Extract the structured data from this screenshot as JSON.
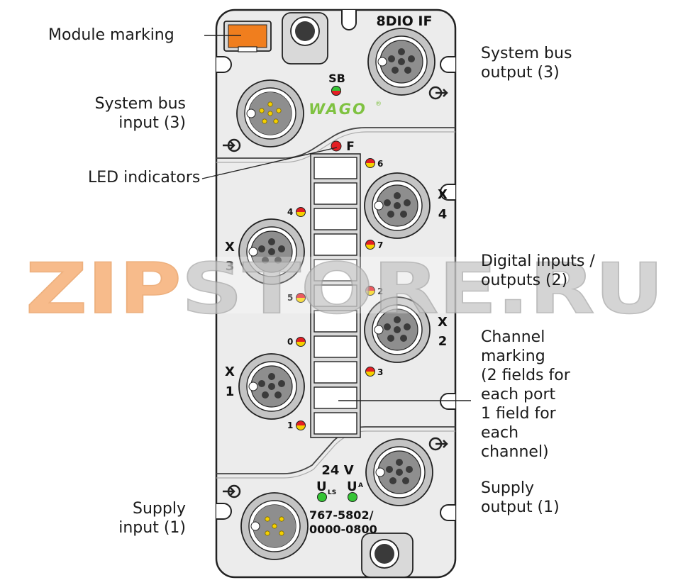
{
  "module": {
    "name": "8DIO IF",
    "sb_label": "SB",
    "logo_text": "WAGO",
    "fault_label": "F",
    "voltage": "24 V",
    "u_ls_main": "U",
    "u_ls_sub": "LS",
    "u_a_main": "U",
    "u_a_sub": "A",
    "article_line1": "767-5802/",
    "article_line2": "0000-0800",
    "ports": {
      "x4": [
        "X",
        "4"
      ],
      "x3": [
        "X",
        "3"
      ],
      "x2": [
        "X",
        "2"
      ],
      "x1": [
        "X",
        "1"
      ]
    },
    "channel_led_labels": {
      "c6": "6",
      "c4": "4",
      "c7": "7",
      "c5": "5",
      "c2": "2",
      "c0": "0",
      "c3": "3",
      "c1": "1"
    }
  },
  "callouts": {
    "module_marking": [
      "Module marking"
    ],
    "system_bus_output": [
      "System bus",
      "output (3)"
    ],
    "system_bus_input": [
      "System bus",
      "input (3)"
    ],
    "led_indicators": [
      "LED indicators"
    ],
    "digital_io": [
      "Digital inputs /",
      "outputs (2)"
    ],
    "channel_marking": [
      "Channel",
      "marking",
      "(2 fields for",
      "each port",
      "1 field for",
      "each",
      "channel)"
    ],
    "supply_input": [
      "Supply",
      "input (1)"
    ],
    "supply_output": [
      "Supply",
      "output (1)"
    ]
  },
  "watermark": "ZIPSTORE.RU",
  "colors": {
    "housing": "#ececec",
    "outline": "#222222",
    "connector_ring": "#c4c4c4",
    "connector_body": "#8e8e8e",
    "marking_orange": "#f07e1e",
    "logo_green": "#7fc241",
    "led_red": "#e31e24",
    "led_yellow": "#f5d000",
    "led_green": "#35c435",
    "watermark_orange": "#f6a96b",
    "watermark_gray": "#c9c9c9"
  }
}
